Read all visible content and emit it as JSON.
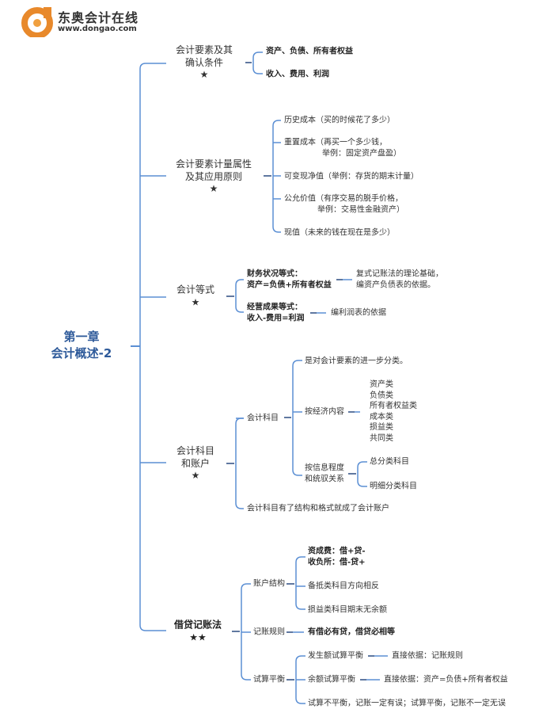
{
  "logo": {
    "name": "东奥会计在线",
    "url": "www.dongao.com",
    "brand_color": "#e8892b"
  },
  "root": {
    "line1": "第一章",
    "line2": "会计概述-2"
  },
  "line_color": "#5b8fd4",
  "n1": {
    "l1": "会计要素及其",
    "l2": "确认条件",
    "stars": "★",
    "c1": "资产、负债、所有者权益",
    "c2": "收入、费用、利润"
  },
  "n2": {
    "l1": "会计要素计量属性",
    "l2": "及其应用原则",
    "stars": "★",
    "c1": "历史成本（买的时候花了多少）",
    "c2a": "重置成本（再买一个多少钱，",
    "c2b": "举例：固定资产盘盈）",
    "c3": "可变现净值（举例：存货的期末计量）",
    "c4a": "公允价值（有序交易的脱手价格，",
    "c4b": "举例：交易性金融资产）",
    "c5": "现值（未来的钱在现在是多少）"
  },
  "n3": {
    "l1": "会计等式",
    "stars": "★",
    "e1a": "财务状况等式：",
    "e1b": "资产=负债+所有者权益",
    "e1n1": "复式记账法的理论基础，",
    "e1n2": "编资产负债表的依据。",
    "e2a": "经营成果等式：",
    "e2b": "收入-费用=利润",
    "e2n": "编利润表的依据"
  },
  "n4": {
    "l1": "会计科目",
    "l2": "和账户",
    "stars": "★",
    "km": "会计科目",
    "km_def": "是对会计要素的进一步分类。",
    "econ": "按经济内容",
    "econ_items": [
      "资产类",
      "负债类",
      "所有者权益类",
      "成本类",
      "损益类",
      "共同类"
    ],
    "info1": "按信息程度",
    "info2": "和统驭关系",
    "info_items": [
      "总分类科目",
      "明细分类科目"
    ],
    "account": "会计科目有了结构和格式就成了会计账户"
  },
  "n5": {
    "l1": "借贷记账法",
    "stars": "★★",
    "struct": "账户结构",
    "s1": "资成费：借+贷-",
    "s2": "收负所：借-贷+",
    "s3": "备抵类科目方向相反",
    "s4": "损益类科目期末无余额",
    "rule": "记账规则",
    "rule_text": "有借必有贷，借贷必相等",
    "trial": "试算平衡",
    "t1": "发生额试算平衡",
    "t1n": "直接依据：记账规则",
    "t2": "余额试算平衡",
    "t2n": "直接依据：资产=负债+所有者权益",
    "t3": "试算不平衡，记账一定有误；试算平衡，记账不一定无误"
  }
}
